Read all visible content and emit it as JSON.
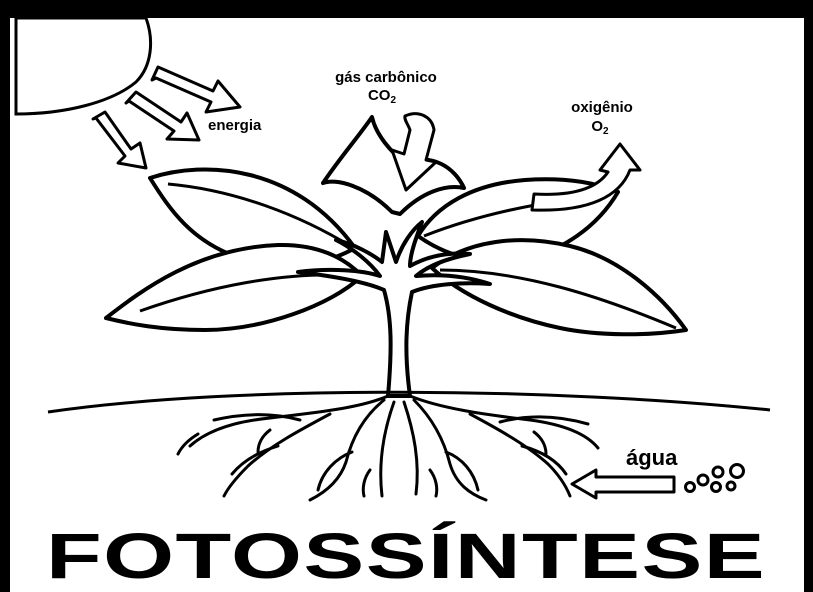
{
  "labels": {
    "energy": "energia",
    "carbon_dioxide_name": "gás carbônico",
    "carbon_dioxide_formula": "CO",
    "carbon_dioxide_subscript": "2",
    "oxygen_name": "oxigênio",
    "oxygen_formula": "O",
    "oxygen_subscript": "2",
    "water": "água"
  },
  "title": "FOTOSSÍNTESE",
  "colors": {
    "ink": "#000000",
    "paper": "#ffffff"
  }
}
